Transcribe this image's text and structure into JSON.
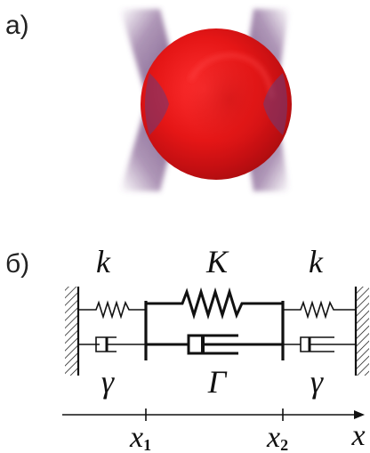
{
  "panel_a": {
    "label": "а)"
  },
  "panel_b": {
    "label": "б)",
    "springs": {
      "left": "k",
      "middle": "K",
      "right": "k"
    },
    "dampers": {
      "left": "γ",
      "middle": "Γ",
      "right": "γ"
    },
    "axis": {
      "x1_base": "x",
      "x1_sub": "1",
      "x2_base": "x",
      "x2_sub": "2",
      "axis_name": "x"
    }
  },
  "colors": {
    "sphere": "#e01818",
    "beam": "#6a3d7a",
    "line": "#111111"
  }
}
